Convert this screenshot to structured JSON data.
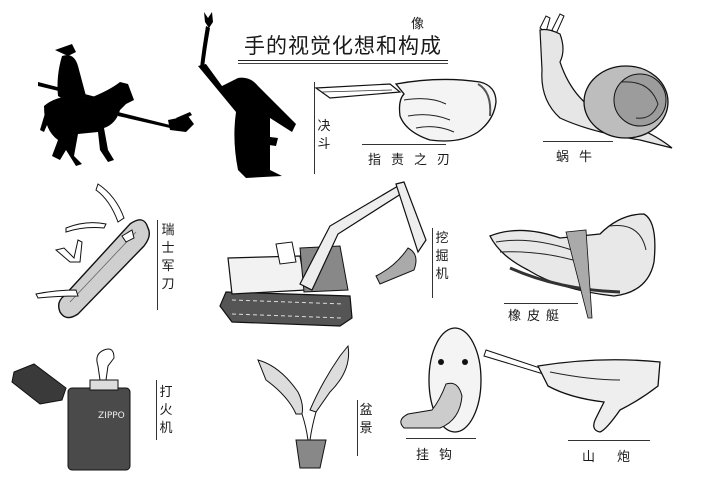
{
  "page": {
    "title": "手的视觉化想",
    "title_tail": "和构成",
    "title_inserted_char": "像",
    "full_title": "手的视觉化想像和构成"
  },
  "illustrations": [
    {
      "id": "duel",
      "label": "决斗",
      "chars": [
        "决",
        "斗"
      ],
      "subject": "silhouette of horseman holding hand-shaped lance and figure raising a V-sign whip"
    },
    {
      "id": "finger-blade",
      "label": "指责之刃",
      "chars": [
        "指",
        "责",
        "之",
        "刃"
      ],
      "subject": "finger turning into a knife blade"
    },
    {
      "id": "snail",
      "label": "蜗牛",
      "chars": [
        "蜗",
        "牛"
      ],
      "subject": "hand forming a snail with V-sign antennae"
    },
    {
      "id": "swiss-knife",
      "label": "瑞士军刀",
      "chars": [
        "瑞",
        "士",
        "军",
        "刀"
      ],
      "subject": "Swiss army knife with pointing fingers as tools"
    },
    {
      "id": "excavator",
      "label": "挖掘机",
      "chars": [
        "挖",
        "掘",
        "机"
      ],
      "subject": "excavator whose bucket is a hand"
    },
    {
      "id": "rubber-boat",
      "label": "橡皮艇",
      "chars": [
        "橡",
        "皮",
        "艇"
      ],
      "subject": "cupped hand as a rubber boat"
    },
    {
      "id": "lighter",
      "label": "打火机",
      "chars": [
        "打",
        "火",
        "机"
      ],
      "subject": "Zippo lighter with a hand flame",
      "engraving": "ZIPPO"
    },
    {
      "id": "bonsai",
      "label": "盆景",
      "chars": [
        "盆",
        "景"
      ],
      "subject": "potted plant with hand-shaped leaves"
    },
    {
      "id": "hook",
      "label": "挂钩",
      "chars": [
        "挂",
        "钩"
      ],
      "subject": "wall hook formed by a thumb"
    },
    {
      "id": "cannon",
      "label": "山炮",
      "chars": [
        "山",
        "炮"
      ],
      "subject": "hand with a fuse stick as a mountain cannon"
    }
  ],
  "colors": {
    "ink": "#111111",
    "paper": "#ffffff",
    "shade": "#555555"
  }
}
